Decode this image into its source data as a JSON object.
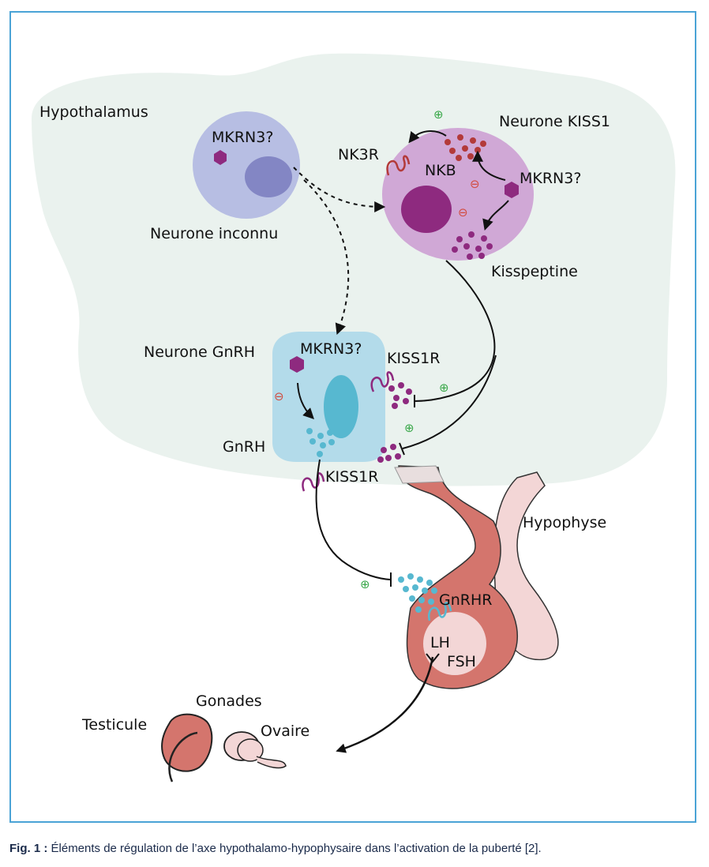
{
  "labels": {
    "hypothalamus": "Hypothalamus",
    "neurone_kiss1": "Neurone KISS1",
    "neurone_inconnu": "Neurone inconnu",
    "mkrn3_unknown": "MKRN3?",
    "mkrn3_kiss1": "MKRN3?",
    "mkrn3_gnrh": "MKRN3?",
    "nk3r": "NK3R",
    "nkb": "NKB",
    "kisspeptine": "Kisspeptine",
    "neurone_gnrh": "Neurone GnRH",
    "kiss1r_top": "KISS1R",
    "kiss1r_bottom": "KISS1R",
    "gnrh": "GnRH",
    "hypophyse": "Hypophyse",
    "gnrhr": "GnRHR",
    "lh": "LH",
    "fsh": "FSH",
    "gonades": "Gonades",
    "testicule": "Testicule",
    "ovaire": "Ovaire"
  },
  "symbols": {
    "plus": "⊕",
    "minus": "⊖"
  },
  "caption": {
    "prefix": "Fig. 1 :",
    "text": " Éléments de régulation de l’axe hypothalamo-hypophysaire dans l’activation de la puberté [2]."
  },
  "colors": {
    "frame": "#4aa3d6",
    "hypothalamus_bg": "#eaf2ee",
    "unknown_neuron": "#b7bee3",
    "unknown_nucleus": "#8386c4",
    "kiss1_neuron": "#d0a8d6",
    "kiss1_nucleus": "#8e2a7f",
    "mkrn3": "#8e2a7f",
    "nkb_dots": "#b33a3a",
    "kisspeptin_dots": "#8e2a7f",
    "gnrh_neuron": "#b3dbea",
    "gnrh_nucleus": "#57b8d0",
    "gnrh_dots": "#57b8d0",
    "pituitary_anterior": "#d4756d",
    "pituitary_posterior": "#f3d6d6",
    "plus": "#3aa84a",
    "minus": "#d24b3e"
  }
}
